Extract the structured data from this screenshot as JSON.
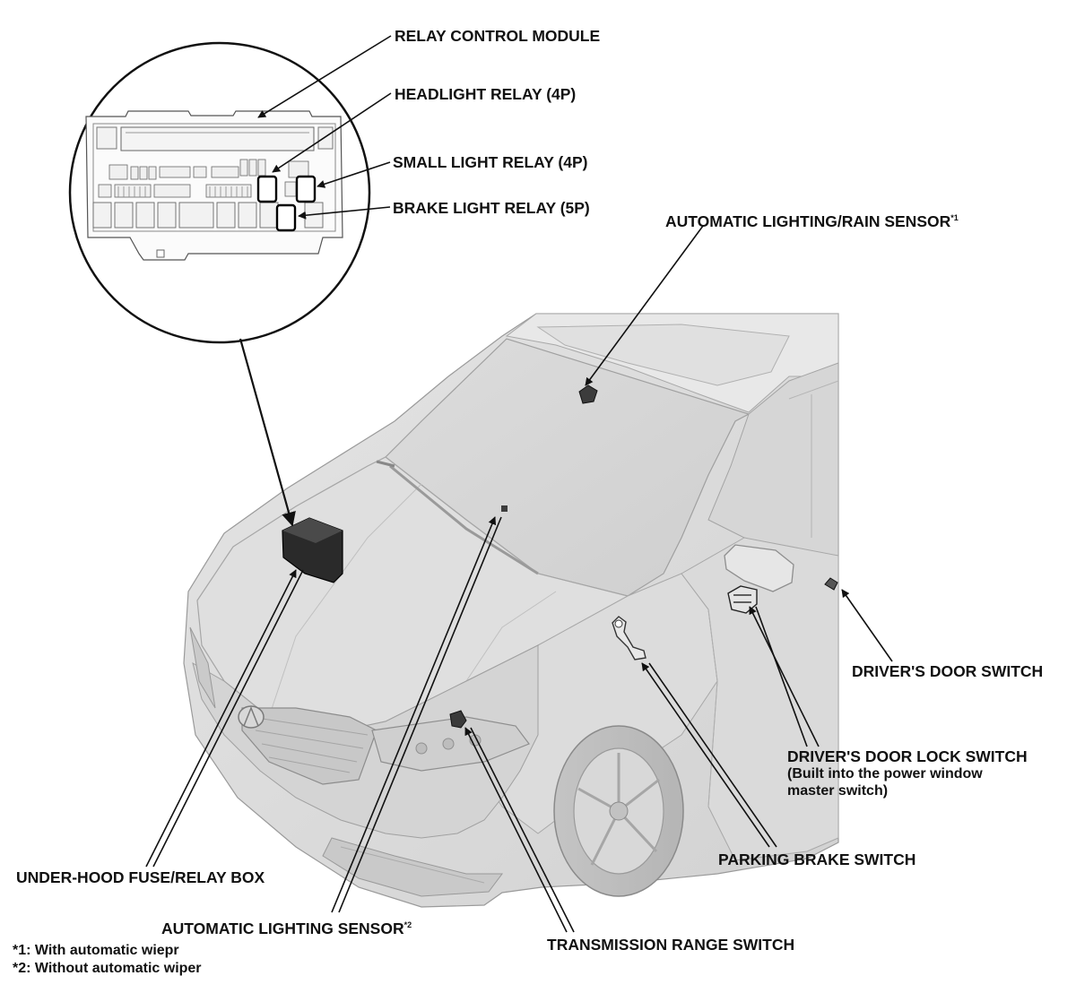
{
  "labels": {
    "relay_control_module": "RELAY CONTROL MODULE",
    "headlight_relay": "HEADLIGHT RELAY (4P)",
    "small_light_relay": "SMALL LIGHT RELAY (4P)",
    "brake_light_relay": "BRAKE LIGHT RELAY (5P)",
    "auto_lighting_rain_sensor": "AUTOMATIC LIGHTING/RAIN SENSOR",
    "auto_lighting_rain_sensor_mark": "*1",
    "drivers_door_switch": "DRIVER'S DOOR SWITCH",
    "drivers_door_lock_switch": "DRIVER'S DOOR LOCK SWITCH",
    "drivers_door_lock_switch_note_1": "(Built into the power window",
    "drivers_door_lock_switch_note_2": "master switch)",
    "parking_brake_switch": "PARKING BRAKE SWITCH",
    "under_hood_fuse_relay_box": "UNDER-HOOD FUSE/RELAY BOX",
    "auto_lighting_sensor": "AUTOMATIC LIGHTING SENSOR",
    "auto_lighting_sensor_mark": "*2",
    "transmission_range_switch": "TRANSMISSION RANGE SWITCH"
  },
  "footnotes": {
    "note1": "*1: With automatic wiepr",
    "note2": "*2: Without automatic wiper"
  }
}
